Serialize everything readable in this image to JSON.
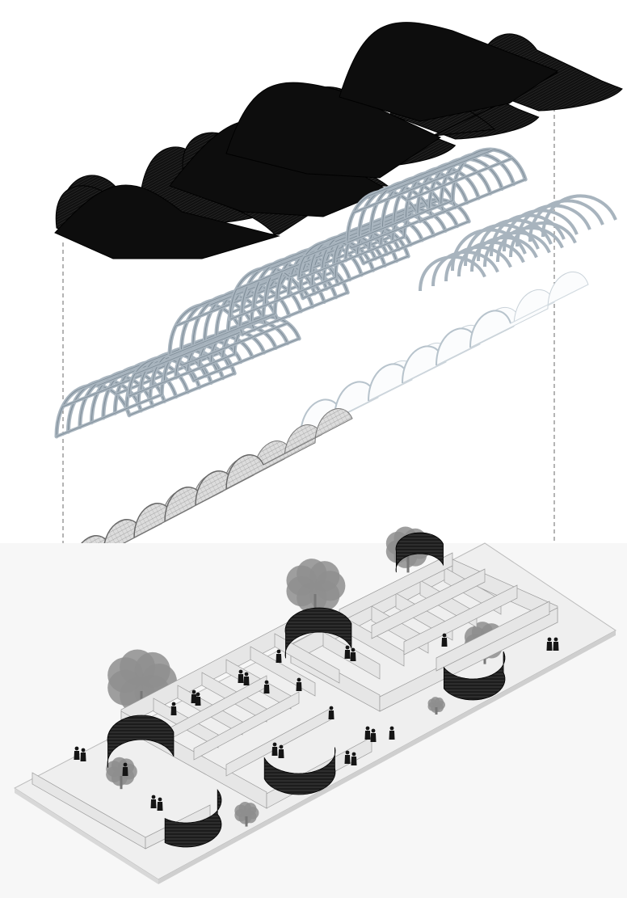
{
  "diagram": {
    "kind": "exploded-axonometric",
    "layers": [
      {
        "id": "roof-membrane",
        "fill": "#111111"
      },
      {
        "id": "timber-gridshell",
        "stroke": "#a8b4be"
      },
      {
        "id": "translucent-vaults",
        "stroke": "#c9d2d9"
      },
      {
        "id": "mesh-vaults",
        "stroke": "#8a8a8a"
      },
      {
        "id": "ground-floor-plan",
        "fill": "#f2f2f2"
      }
    ],
    "colors": {
      "background": "#ffffff",
      "membrane": "#111111",
      "frame": "#a8b4be",
      "wall": "#e6e6e6",
      "ground": "#efefef",
      "screen": "#1c1c1c",
      "figure": "#151515",
      "tree": "#8e8e8e"
    }
  }
}
